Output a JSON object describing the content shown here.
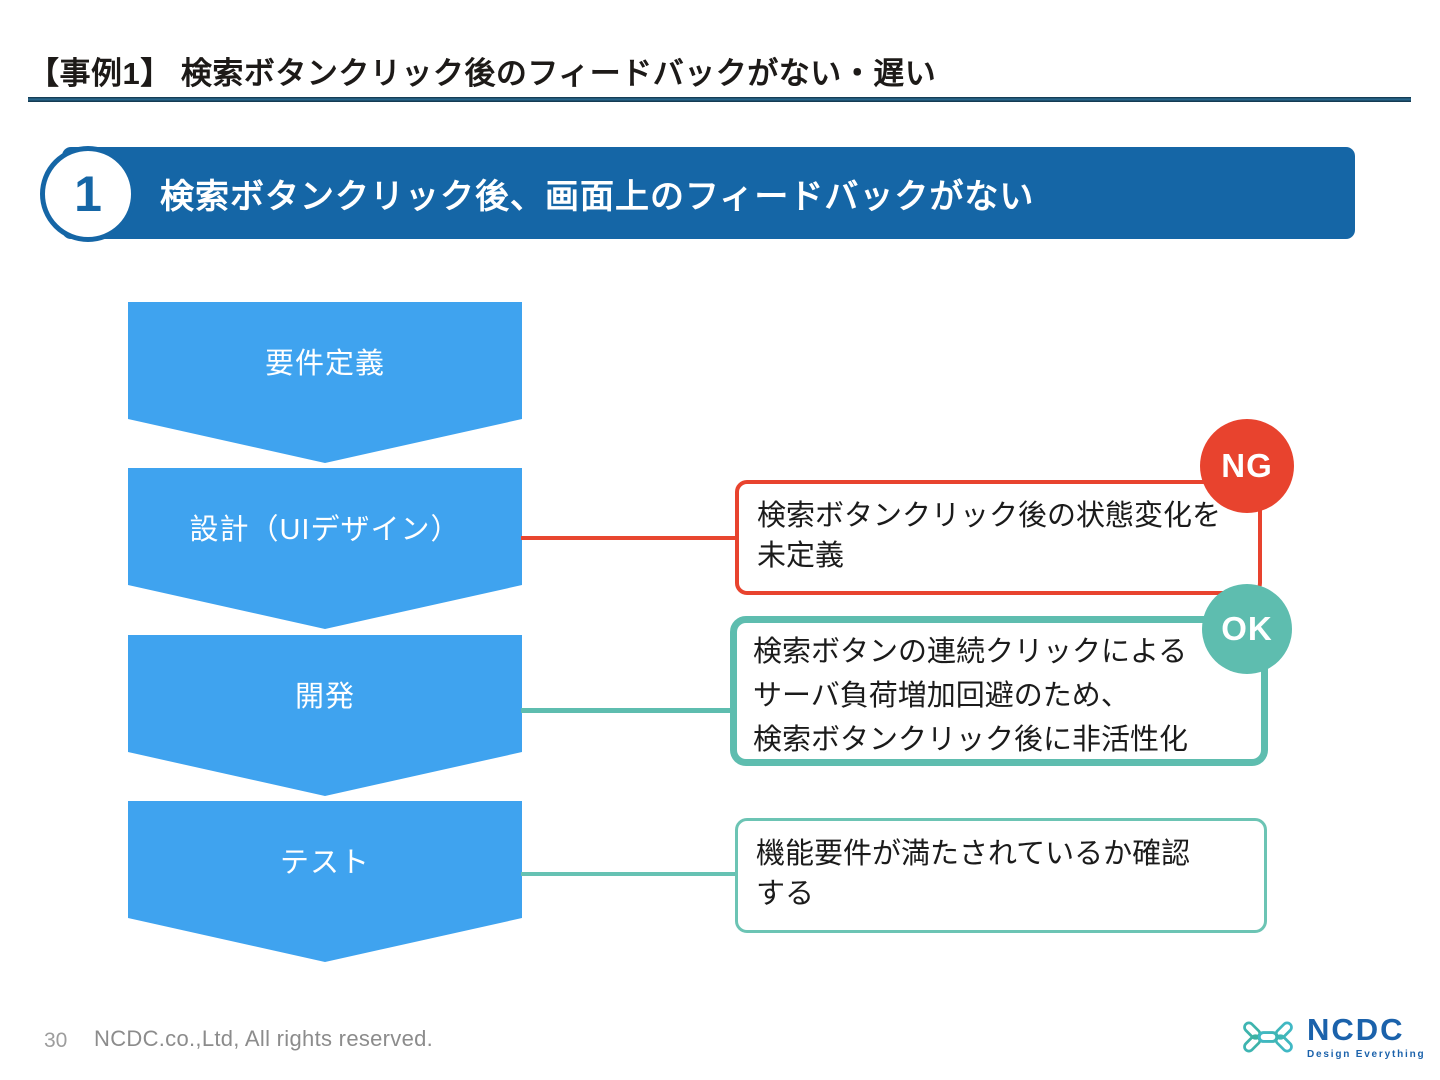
{
  "header": {
    "title": "【事例1】 検索ボタンクリック後のフィードバックがない・遅い"
  },
  "banner": {
    "number": "1",
    "text": "検索ボタンクリック後、画面上のフィードバックがない"
  },
  "flow": {
    "steps": [
      {
        "label": "要件定義"
      },
      {
        "label": "設計（UIデザイン）"
      },
      {
        "label": "開発"
      },
      {
        "label": "テスト"
      }
    ]
  },
  "callouts": [
    {
      "badge": "NG",
      "lines": [
        "検索ボタンクリック後の状態変化を",
        "未定義"
      ]
    },
    {
      "badge": "OK",
      "lines": [
        "検索ボタンの連続クリックによる",
        "サーバ負荷増加回避のため、",
        "検索ボタンクリック後に非活性化"
      ]
    },
    {
      "badge": "",
      "lines": [
        "機能要件が満たされているか確認",
        "する"
      ]
    }
  ],
  "footer": {
    "page_number": "30",
    "copyright": "NCDC.co.,Ltd, All rights reserved.",
    "logo": {
      "name": "NCDC",
      "tagline": "Design Everything"
    }
  },
  "colors": {
    "banner_blue": "#1566a6",
    "step_blue": "#3fa3ef",
    "ng_red": "#e8432e",
    "ok_teal": "#5ebdaf",
    "divider_navy": "#1c516f",
    "logo_blue": "#1b62ab",
    "logo_teal_start": "#3aae8c",
    "logo_teal_end": "#41b9c9"
  }
}
